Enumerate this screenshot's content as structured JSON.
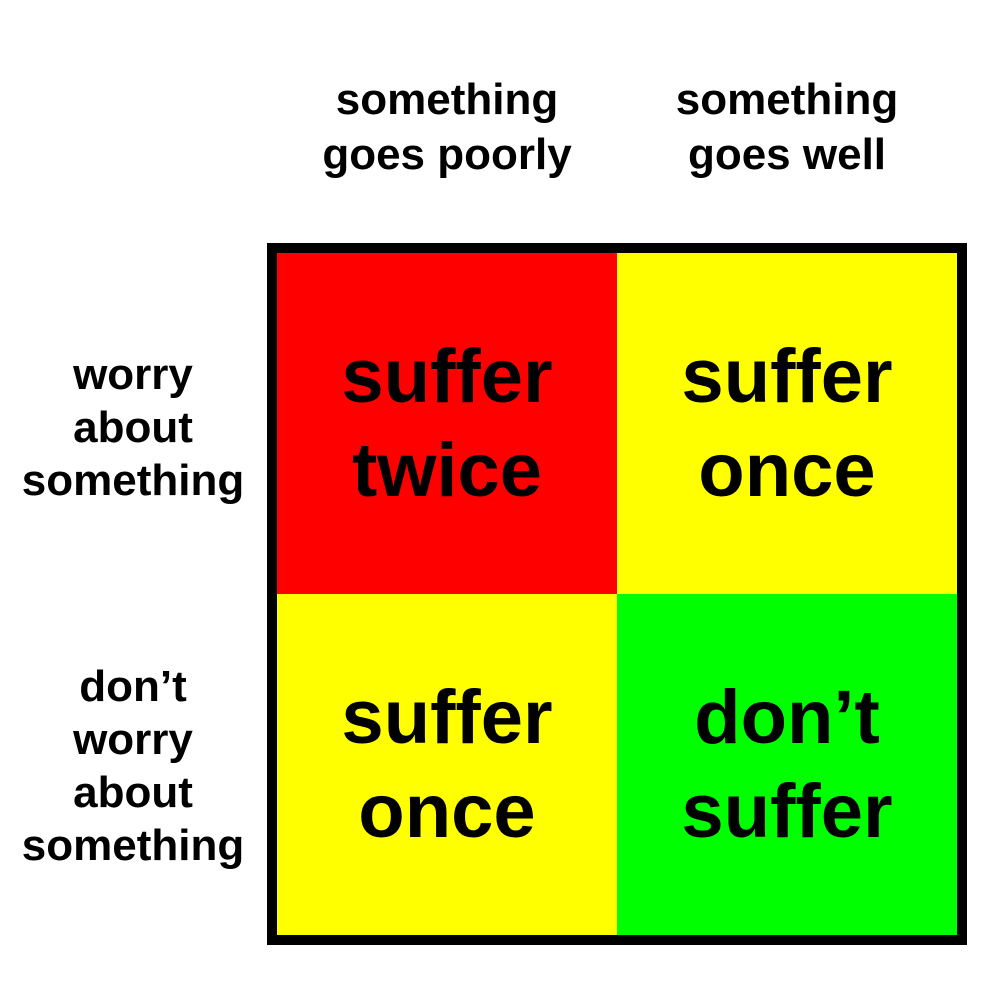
{
  "columns": {
    "poorly": "something\ngoes poorly",
    "well": "something\ngoes well"
  },
  "rows": {
    "worry": "worry\nabout\nsomething",
    "dont_worry": "don’t\nworry\nabout\nsomething"
  },
  "cells": {
    "worry_poorly": {
      "text": "suffer\ntwice",
      "color": "#ff0000"
    },
    "worry_well": {
      "text": "suffer\nonce",
      "color": "#ffff00"
    },
    "dontworry_poorly": {
      "text": "suffer\nonce",
      "color": "#ffff00"
    },
    "dontworry_well": {
      "text": "don’t\nsuffer",
      "color": "#00ff00"
    }
  },
  "colors": {
    "border": "#000000",
    "text": "#000000",
    "background": "#ffffff"
  }
}
